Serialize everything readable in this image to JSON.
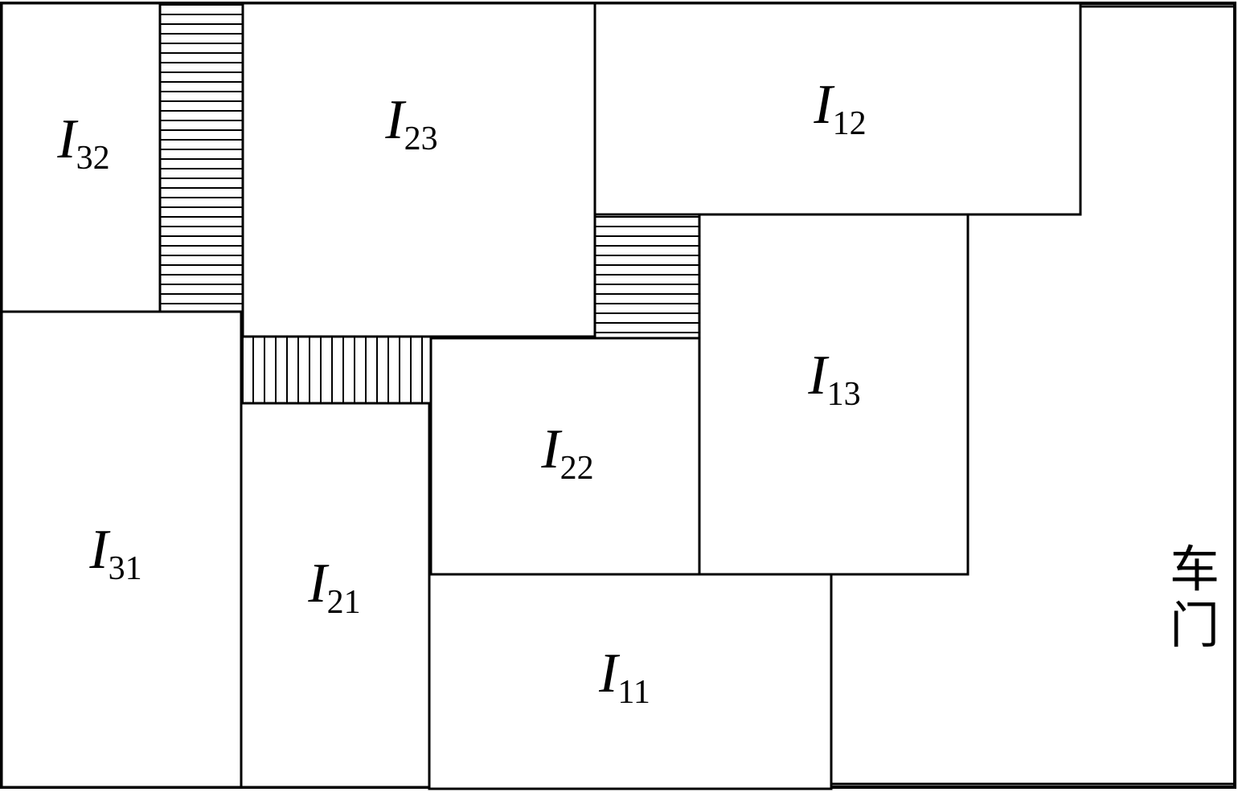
{
  "colors": {
    "stroke": "#000000",
    "background": "#ffffff"
  },
  "boxes": [
    {
      "id": "I32",
      "main": "I",
      "sub": "32"
    },
    {
      "id": "I23",
      "main": "I",
      "sub": "23"
    },
    {
      "id": "I12",
      "main": "I",
      "sub": "12"
    },
    {
      "id": "I13",
      "main": "I",
      "sub": "13"
    },
    {
      "id": "I22",
      "main": "I",
      "sub": "22"
    },
    {
      "id": "I31",
      "main": "I",
      "sub": "31"
    },
    {
      "id": "I21",
      "main": "I",
      "sub": "21"
    },
    {
      "id": "I11",
      "main": "I",
      "sub": "11"
    }
  ],
  "door": {
    "line1": "车",
    "line2": "门"
  }
}
